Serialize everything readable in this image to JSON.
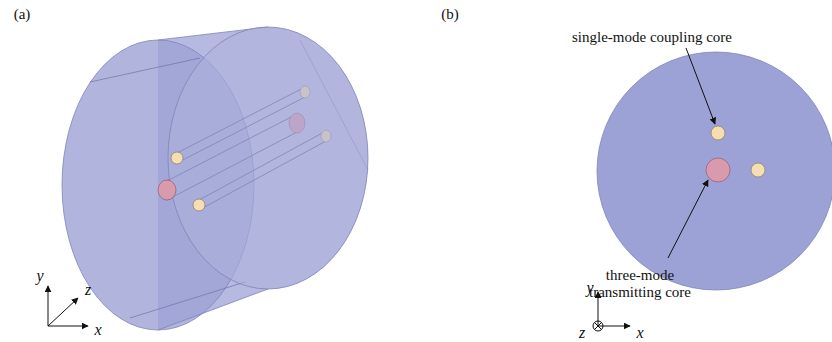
{
  "diagram": {
    "labels": [
      "(a)",
      "(b)",
      "single-mode coupling core",
      "three-mode transmitting core",
      "y",
      "z",
      "x",
      "y",
      "z",
      "x"
    ]
  }
}
